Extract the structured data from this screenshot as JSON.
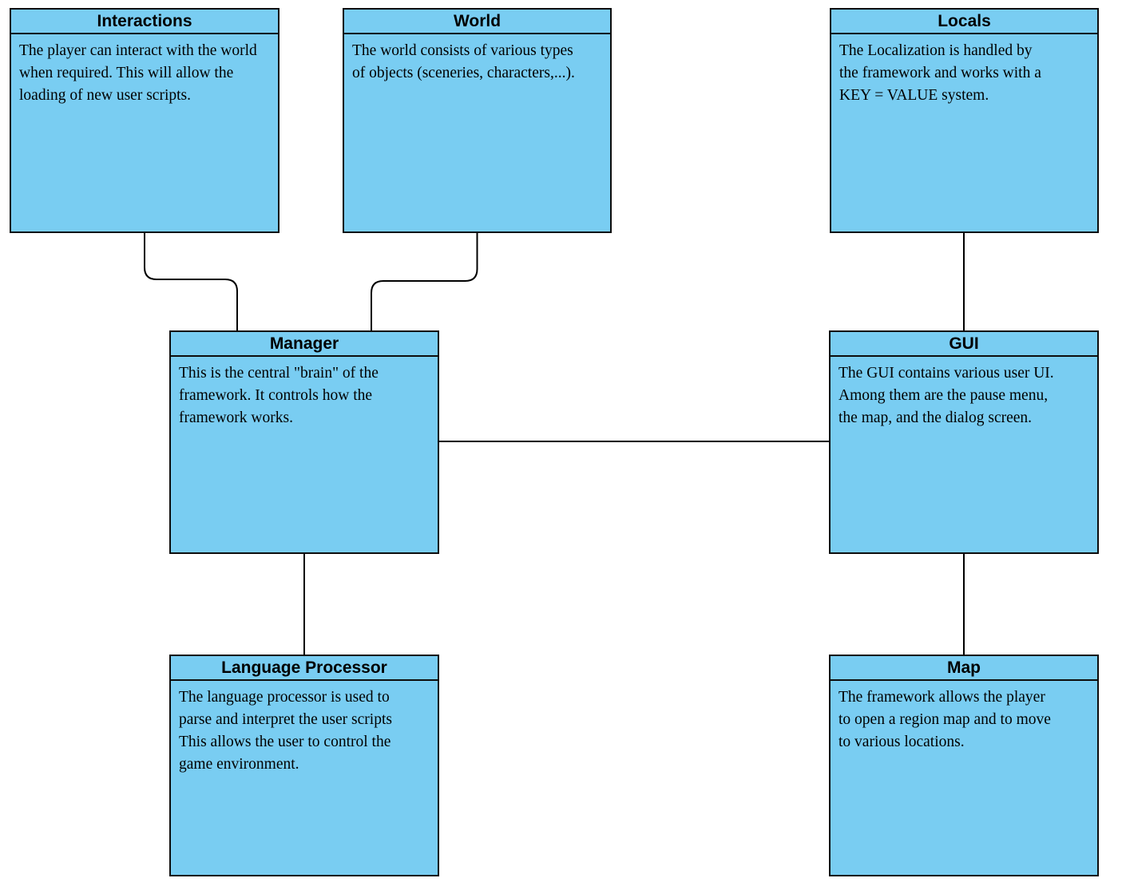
{
  "diagram_colors": {
    "node_fill": "#79CDF2",
    "node_border": "#0d0d0d",
    "connector": "#000000",
    "background": "#ffffff"
  },
  "nodes": {
    "interactions": {
      "title": "Interactions",
      "lines": [
        "The player can interact with the world",
        "when required. This will allow the",
        "loading of new user scripts."
      ]
    },
    "world": {
      "title": "World",
      "lines": [
        "The world consists of various types",
        "of objects (sceneries, characters,...)."
      ]
    },
    "locals": {
      "title": "Locals",
      "lines": [
        "The Localization is handled by",
        "the framework and works with a",
        "KEY = VALUE system."
      ]
    },
    "manager": {
      "title": "Manager",
      "lines": [
        "This is the central \"brain\" of the",
        "framework. It controls how the",
        "framework works."
      ]
    },
    "gui": {
      "title": "GUI",
      "lines": [
        "The GUI contains various user UI.",
        "Among them are the pause menu,",
        "the map, and the dialog screen."
      ]
    },
    "language_processor": {
      "title": "Language Processor",
      "lines": [
        "The language processor is used to",
        "parse and interpret the user scripts",
        "This allows the user to control the",
        "game environment."
      ]
    },
    "map": {
      "title": "Map",
      "lines": [
        "The framework allows the player",
        "to open a region map and to move",
        "to various locations."
      ]
    }
  },
  "edges": [
    {
      "from": "interactions",
      "to": "manager"
    },
    {
      "from": "world",
      "to": "manager"
    },
    {
      "from": "locals",
      "to": "gui"
    },
    {
      "from": "manager",
      "to": "gui"
    },
    {
      "from": "manager",
      "to": "language_processor"
    },
    {
      "from": "gui",
      "to": "map"
    }
  ]
}
